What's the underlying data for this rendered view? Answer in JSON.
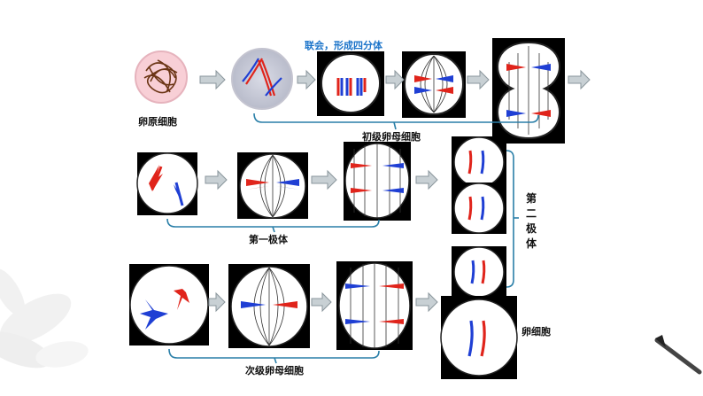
{
  "labels": {
    "synapsis": "联会，形成四分体",
    "oogonium": "卵原细胞",
    "primary_oocyte": "初级卵母细胞",
    "first_polar_body": "第一极体",
    "second_polar_body": "第二极体",
    "secondary_oocyte": "次级卵母细胞",
    "egg_cell": "卵细胞"
  },
  "colors": {
    "maternal": "#e0241b",
    "paternal": "#1f3fd4",
    "cell_outline": "#222222",
    "bracket": "#2a7fa8",
    "arrow_fill": "#c8d0d4"
  }
}
